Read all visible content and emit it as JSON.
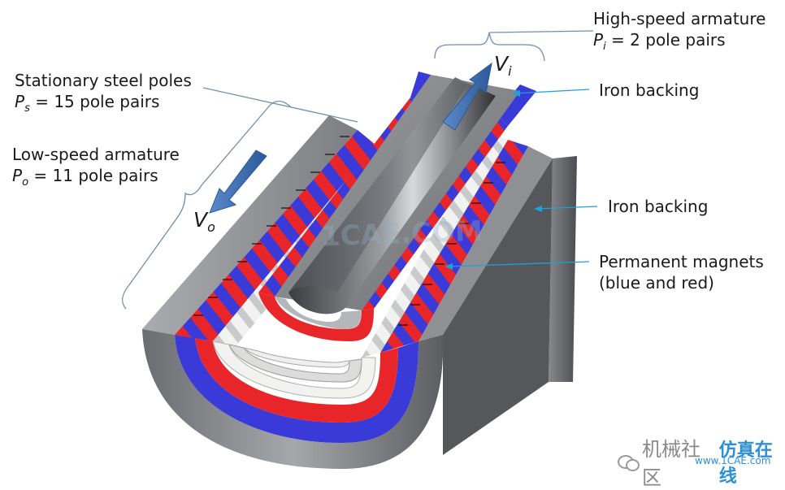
{
  "labels": {
    "stationary_title": "Stationary steel poles",
    "stationary_var": "P",
    "stationary_sub": "s",
    "stationary_eq": "= 15 pole pairs",
    "low_title": "Low-speed armature",
    "low_var": "P",
    "low_sub": "o",
    "low_eq": "= 11 pole pairs",
    "high_title": "High-speed armature",
    "high_var": "P",
    "high_sub": "i",
    "high_eq": "= 2 pole pairs",
    "iron_backing_top": "Iron backing",
    "iron_backing_mid": "Iron backing",
    "magnets_line1": "Permanent magnets",
    "magnets_line2": "(blue and red)",
    "vi_var": "V",
    "vi_sub": "i",
    "vo_var": "V",
    "vo_sub": "o"
  },
  "watermark": {
    "center": "1CAE.COM",
    "brand_left": "机械社区",
    "brand_right": "仿真在线",
    "url": "www.1CAE.com"
  },
  "colors": {
    "magnet_red": "#e8262a",
    "magnet_blue": "#3a3ad8",
    "iron_gray": "#8a8c90",
    "steel_pole": "#ececea",
    "leader_line": "#1aa3d9",
    "arrow_blue": "#3b6fb6"
  }
}
